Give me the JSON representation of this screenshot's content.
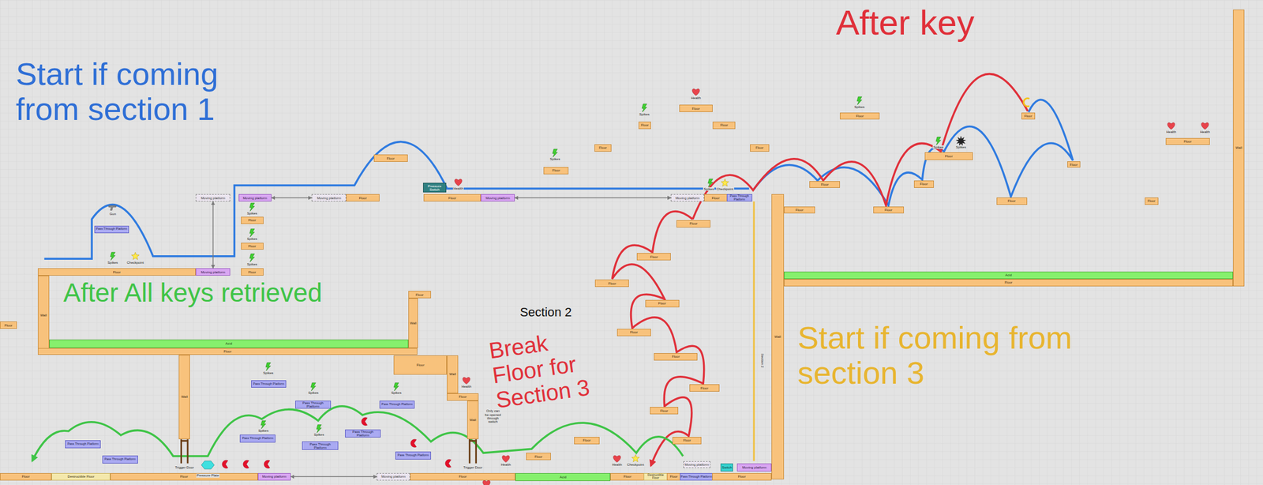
{
  "diagram": {
    "nodes": [
      {
        "text": [
          "Floor"
        ]
      },
      {
        "text": [
          "Moving platform"
        ]
      },
      {
        "text": [
          "Wall"
        ]
      },
      {
        "text": [
          "Acid"
        ]
      },
      {
        "text": [
          "Floor"
        ]
      },
      {
        "text": [
          "Wall"
        ]
      },
      {
        "text": [
          "Floor"
        ]
      },
      {
        "text": [
          "Floor"
        ]
      },
      {
        "text": [
          "Pass Through Platform"
        ]
      },
      {
        "text": [
          "Moving platform"
        ]
      },
      {
        "text": [
          "Moving platform"
        ]
      },
      {
        "text": [
          "Moving platform"
        ]
      },
      {
        "text": [
          "Floor"
        ]
      },
      {
        "text": [
          "Floor"
        ]
      },
      {
        "text": [
          "Floor"
        ]
      },
      {
        "text": [
          "Floor"
        ]
      },
      {
        "text": [
          "Floor"
        ]
      },
      {
        "text": [
          "Pressure Switch"
        ]
      },
      {
        "text": [
          "Floor"
        ]
      },
      {
        "text": [
          "Moving platform"
        ]
      },
      {
        "text": [
          "Moving platform"
        ]
      },
      {
        "text": [
          "Floor"
        ]
      },
      {
        "text": [
          "Pass Through Platform"
        ]
      },
      {
        "text": [
          "Floor"
        ]
      },
      {
        "text": [
          "Floor"
        ]
      },
      {
        "text": [
          "Floor"
        ]
      },
      {
        "text": [
          "Floor"
        ]
      },
      {
        "text": [
          "Floor"
        ]
      },
      {
        "text": [
          "Floor"
        ]
      },
      {
        "text": [
          "Floor"
        ]
      },
      {
        "text": [
          "Floor"
        ]
      },
      {
        "text": [
          "Floor"
        ]
      },
      {
        "text": [
          "Floor"
        ]
      },
      {
        "text": [
          "Floor"
        ]
      },
      {
        "text": [
          "Floor"
        ]
      },
      {
        "text": [
          "Floor"
        ]
      },
      {
        "text": [
          "Floor"
        ]
      },
      {
        "text": [
          "Floor"
        ]
      },
      {
        "text": [
          "Floor"
        ]
      },
      {
        "text": [
          "Floor"
        ]
      },
      {
        "text": [
          "Acid"
        ]
      },
      {
        "text": [
          "Floor"
        ]
      },
      {
        "text": [
          "Wall"
        ]
      },
      {
        "text": [
          "Wall"
        ]
      },
      {
        "text": [
          "Floor"
        ]
      },
      {
        "text": [
          "Floor"
        ]
      },
      {
        "text": [
          "Floor"
        ]
      },
      {
        "text": [
          "Floor"
        ]
      },
      {
        "text": [
          "Floor"
        ]
      },
      {
        "text": [
          "Floor"
        ]
      },
      {
        "text": [
          "Floor"
        ]
      },
      {
        "text": [
          "Floor"
        ]
      },
      {
        "text": [
          "Floor"
        ]
      },
      {
        "text": [
          "Floor"
        ]
      },
      {
        "text": [
          "Floor"
        ]
      },
      {
        "text": [
          "Wall"
        ]
      },
      {
        "text": [
          "Pass Through Platform"
        ]
      },
      {
        "text": [
          "Pass Through Platform"
        ]
      },
      {
        "text": [
          "Pass Through Platform"
        ]
      },
      {
        "text": [
          "Pass Through Platform"
        ]
      },
      {
        "text": [
          "Pass Through Platform"
        ]
      },
      {
        "text": [
          "Pass Through Platform"
        ]
      },
      {
        "text": [
          "Pass Through Platform"
        ]
      },
      {
        "text": [
          "Pass Through Platform"
        ]
      },
      {
        "text": [
          "Pass Through Platform"
        ]
      },
      {
        "text": [
          "Floor"
        ]
      },
      {
        "text": [
          "Wall"
        ]
      },
      {
        "text": [
          "Floor"
        ]
      },
      {
        "text": [
          "Wall"
        ]
      },
      {
        "text": [
          "Floor"
        ]
      },
      {
        "text": [
          "Destructible Floor"
        ]
      },
      {
        "text": [
          "Floor"
        ]
      },
      {
        "text": [
          "Moving platform"
        ]
      },
      {
        "text": [
          "Moving platform"
        ]
      },
      {
        "text": [
          "Floor"
        ]
      },
      {
        "text": [
          "Acid"
        ]
      },
      {
        "text": [
          "Floor"
        ]
      },
      {
        "text": [
          "Destructible Floor"
        ]
      },
      {
        "text": [
          "Floor"
        ]
      },
      {
        "text": [
          "Pass Through Platform"
        ]
      },
      {
        "text": [
          "Moving platform"
        ]
      },
      {
        "text": [
          "Switch"
        ]
      },
      {
        "text": [
          "Moving platform"
        ]
      },
      {
        "text": [
          "Floor"
        ]
      }
    ],
    "edges": [
      {
        "from": 9,
        "to": 1,
        "arrow": "both"
      },
      {
        "from": 10,
        "to": 11,
        "arrow": "both"
      },
      {
        "from": 19,
        "to": 20,
        "arrow": "both"
      },
      {
        "from": 72,
        "to": 73,
        "arrow": "both"
      }
    ],
    "labels": [
      "Start if coming from section 1",
      "After key",
      "After All keys retrieved",
      "Break Floor for Section 3",
      "Start if coming from section 3",
      "Section 2",
      "Section 2",
      "Gun",
      "Spikes",
      "Checkpoint",
      "Spikes",
      "Spikes",
      "Spikes",
      "Health",
      "Spikes",
      "Spikes",
      "Health",
      "Spikes",
      "Spikes",
      "Checkpoint",
      "Spikes",
      "Spikes",
      "Health",
      "Health",
      "Spikes",
      "Spikes",
      "Spikes",
      "Spikes",
      "Spikes",
      "Health",
      "Trigger Door",
      "Pressure Plate",
      "Trigger Door",
      "Only can be opened through switch",
      "Health",
      "Health",
      "Checkpoint"
    ]
  }
}
